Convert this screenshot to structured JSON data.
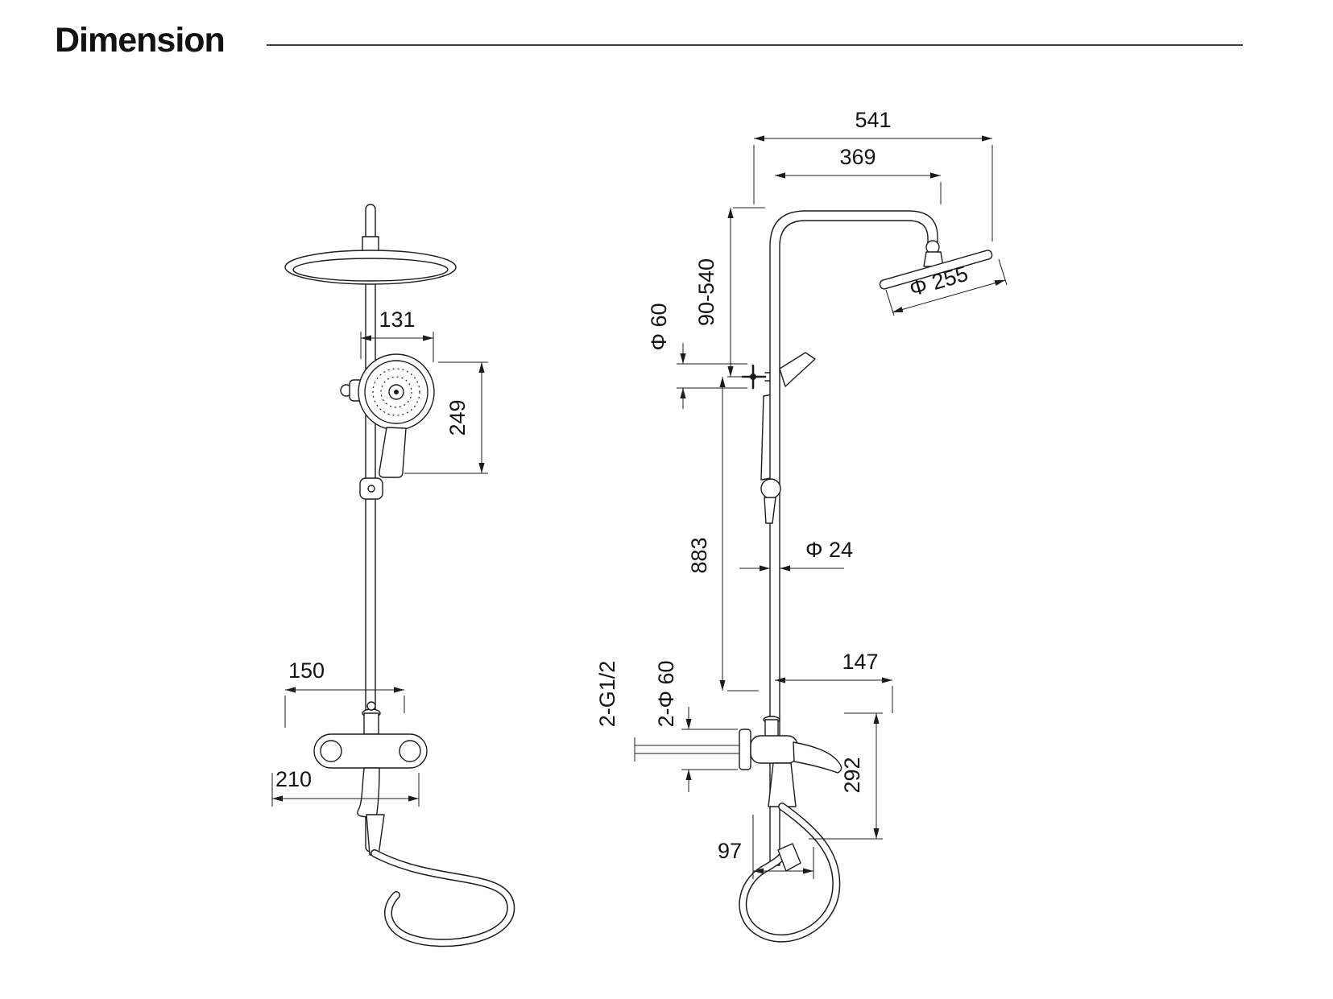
{
  "page": {
    "title": "Dimension"
  },
  "drawing": {
    "front_view": {
      "dims": {
        "hand_shower_offset": "131",
        "hand_shower_length": "249",
        "diverter_span": "150",
        "mixer_width": "210"
      }
    },
    "side_view": {
      "dims": {
        "overall_reach": "541",
        "arm_reach": "369",
        "head_height_range": "90-540",
        "top_escutcheon_dia": "Φ 60",
        "head_diameter": "Φ 255",
        "riser_height": "883",
        "pipe_diameter": "Φ 24",
        "body_depth": "147",
        "inlet_thread": "2-G1/2",
        "inlet_escutcheon_dia": "2-Φ 60",
        "outlet_drop": "292",
        "wall_offset": "97"
      }
    }
  }
}
